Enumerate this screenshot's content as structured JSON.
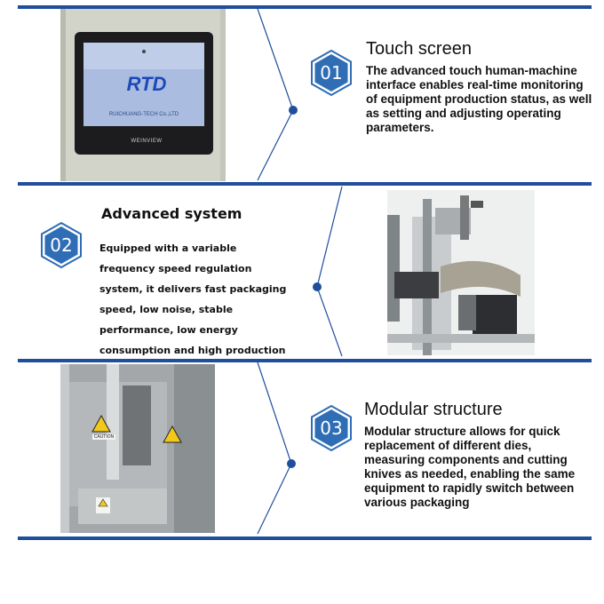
{
  "sections": [
    {
      "number": "01",
      "title": "Touch screen",
      "description": "The advanced touch human-machine interface enables real-time monitoring of equipment production status, as well as setting and adjusting operating parameters.",
      "screen_logo": "RTD",
      "screen_company": "RUICHUANG-TECH Co.,LTD",
      "screen_brand": "WEINVIEW"
    },
    {
      "number": "02",
      "title": "Advanced system",
      "description": "Equipped with a variable frequency speed regulation system, it delivers fast packaging speed, low noise, stable performance, low energy consumption and high production efficiency."
    },
    {
      "number": "03",
      "title": "Modular structure",
      "description": "Modular structure allows for quick replacement of different dies, measuring components and cutting knives as needed, enabling the same equipment to rapidly switch between various packaging",
      "label_caution": "CAUTION"
    }
  ],
  "colors": {
    "accent": "#1f4e9c",
    "hex_fill": "#2f6db5",
    "connector": "#1f4e9c"
  }
}
